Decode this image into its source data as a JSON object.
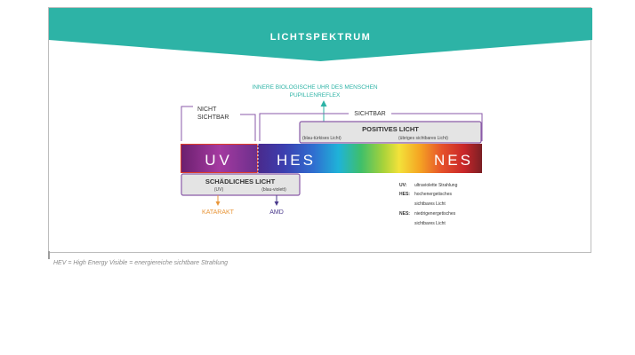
{
  "header": {
    "title": "LICHTSPEKTRUM",
    "color": "#2db3a6"
  },
  "spectrum": {
    "uv_label": "UV",
    "hes_label": "HES",
    "nes_label": "NES",
    "not_visible_line1": "NICHT",
    "not_visible_line2": "SICHTBAR",
    "visible_label": "SICHTBAR",
    "biological_line1": "INNERE BIOLOGISCHE UHR DES MENSCHEN",
    "biological_line2": "PUPILLENREFLEX"
  },
  "positive": {
    "title": "POSITIVES LICHT",
    "left_note": "(blau-türkises Licht)",
    "right_note": "(übriges sichtbares Licht)"
  },
  "harmful": {
    "title": "SCHÄDLICHES LICHT",
    "left_note": "(UV)",
    "right_note": "(blau-violett)",
    "effect_left": "KATARAKT",
    "effect_right": "AMD"
  },
  "legend": [
    {
      "key": "UV:",
      "lines": [
        "ultraviolette Strahlung"
      ]
    },
    {
      "key": "HES:",
      "lines": [
        "hochenergetisches",
        "sichtbares Licht"
      ]
    },
    {
      "key": "NES:",
      "lines": [
        "niedrigenergetisches",
        "sichtbares Licht"
      ]
    }
  ],
  "footnote": "HEV = High Energy Visible = energiereiche sichtbare Strahlung",
  "colors": {
    "teal": "#2db3a6",
    "purple_bracket": "#8a5aa8",
    "orange": "#e8963a",
    "uv_border": "#e0402a",
    "box_gray": "#e4e4e4"
  }
}
